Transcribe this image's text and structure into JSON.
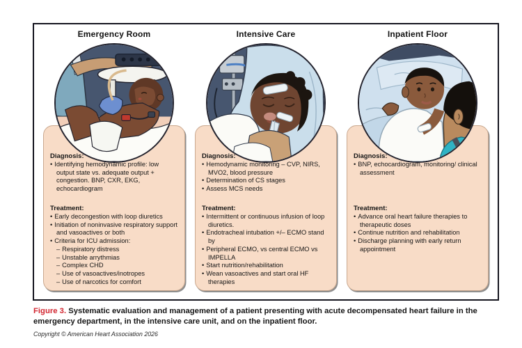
{
  "colors": {
    "caption_accent": "#d22630",
    "box_fill": "#f8dcc7",
    "frame_border": "#14141e",
    "scene_background_navy": "#47566f",
    "bedding_blue": "#cfe0ee",
    "scrub_teal": "#7fa9bd",
    "shoulder_teal": "#2fb3c4"
  },
  "figure": {
    "panels": [
      {
        "title": "Emergency Room",
        "illustration": "er-infant-exam-scene",
        "diagnosis_label": "Diagnosis:",
        "diagnosis": [
          {
            "marker": "•",
            "indent": 1,
            "text": "Identifying hemodynamic profile: low output state vs. adequate output + congestion. BNP, CXR, EKG, echocardiogram"
          }
        ],
        "treatment_label": "Treatment:",
        "treatment": [
          {
            "marker": "•",
            "indent": 1,
            "text": "Early decongestion with loop diuretics"
          },
          {
            "marker": "•",
            "indent": 1,
            "text": "Initiation of noninvasive respiratory support and vasoactives or both"
          },
          {
            "marker": "•",
            "indent": 1,
            "text": "Criteria for ICU admission:"
          },
          {
            "marker": "–",
            "indent": 2,
            "text": "Respiratory distress"
          },
          {
            "marker": "–",
            "indent": 2,
            "text": "Unstable arrythmias"
          },
          {
            "marker": "–",
            "indent": 2,
            "text": "Complex CHD"
          },
          {
            "marker": "–",
            "indent": 2,
            "text": "Use of vasoactives/inotropes"
          },
          {
            "marker": "–",
            "indent": 2,
            "text": "Use of narcotics for comfort"
          }
        ]
      },
      {
        "title": "Intensive Care",
        "illustration": "icu-intubated-infant-scene",
        "diagnosis_label": "Diagnosis:",
        "diagnosis": [
          {
            "marker": "•",
            "indent": 1,
            "text": "Hemodynamic monitoring – CVP, NIRS, MVO2, blood pressure"
          },
          {
            "marker": "•",
            "indent": 1,
            "text": "Determination of CS stages"
          },
          {
            "marker": "•",
            "indent": 1,
            "text": "Assess MCS needs"
          }
        ],
        "treatment_label": "Treatment:",
        "treatment": [
          {
            "marker": "•",
            "indent": 1,
            "text": "Intermittent or continuous infusion of loop diuretics."
          },
          {
            "marker": "•",
            "indent": 1,
            "text": "Endotracheal intubation +/– ECMO stand by"
          },
          {
            "marker": "•",
            "indent": 1,
            "text": "Peripheral ECMO, vs central ECMO vs IMPELLA"
          },
          {
            "marker": "•",
            "indent": 1,
            "text": "Start nutrition/rehabilitation"
          },
          {
            "marker": "•",
            "indent": 1,
            "text": "Wean vasoactives and start oral HF therapies"
          }
        ]
      },
      {
        "title": "Inpatient Floor",
        "illustration": "inpatient-child-clinician-scene",
        "diagnosis_label": "Diagnosis:",
        "diagnosis": [
          {
            "marker": "•",
            "indent": 1,
            "text": "BNP, echocardiogram, monitoring/ clinical assessment"
          }
        ],
        "treatment_label": "Treatment:",
        "treatment": [
          {
            "marker": "•",
            "indent": 1,
            "text": "Advance oral heart failure therapies to therapeutic doses"
          },
          {
            "marker": "•",
            "indent": 1,
            "text": "Continue nutrition and rehabilitation"
          },
          {
            "marker": "•",
            "indent": 1,
            "text": "Discharge planning with early return appointment"
          }
        ]
      }
    ],
    "caption": {
      "label": "Figure 3.",
      "text": "Systematic evaluation and management of a patient presenting with acute decompensated heart failure in the emergency department, in the intensive care unit, and on the inpatient floor."
    },
    "copyright": "Copyright © American Heart Association 2026"
  }
}
